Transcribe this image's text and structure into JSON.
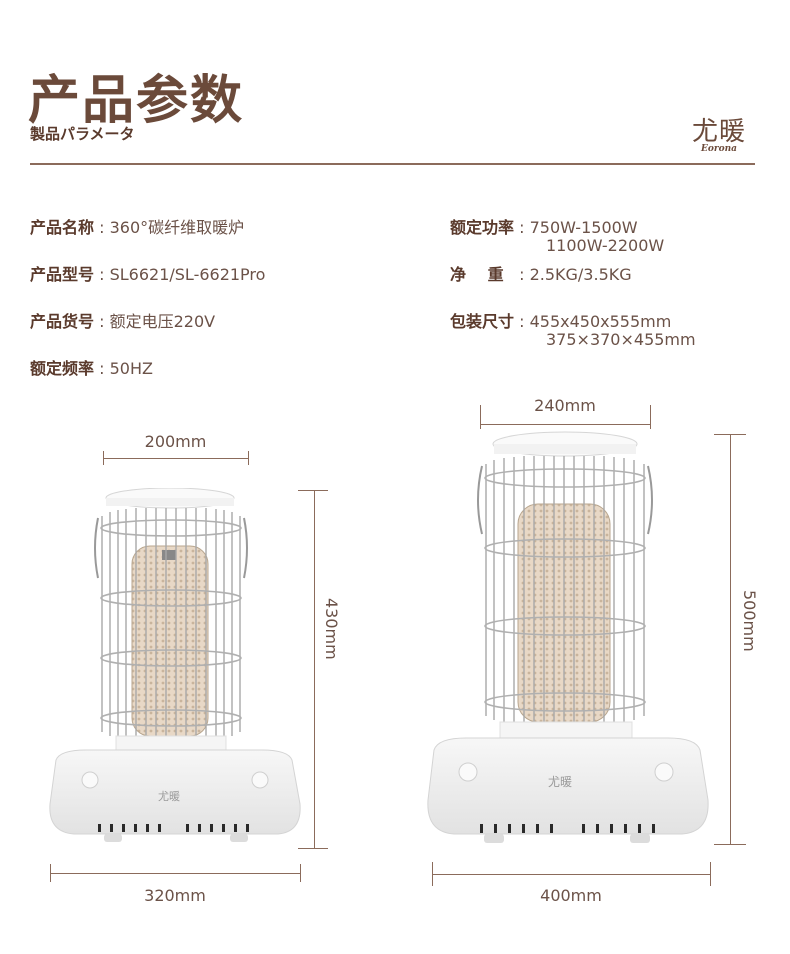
{
  "header": {
    "title": "产品参数",
    "subtitle": "製品パラメータ",
    "brand_cn": "尤暖",
    "brand_en": "Eorona"
  },
  "specs_left": [
    {
      "label": "产品名称",
      "sep": ":",
      "value": "360°碳纤维取暖炉"
    },
    {
      "label": "产品型号",
      "sep": ":",
      "value": "SL6621/SL-6621Pro"
    },
    {
      "label": "产品货号",
      "sep": ":",
      "value": "额定电压220V"
    },
    {
      "label": "额定频率",
      "sep": ":",
      "value": "50HZ"
    }
  ],
  "specs_right": [
    {
      "label": "额定功率",
      "sep": ":",
      "value": "750W-1500W",
      "value2": "1100W-2200W"
    },
    {
      "label": "净　 重",
      "sep": ":",
      "value": "2.5KG/3.5KG"
    },
    {
      "label": "包装尺寸",
      "sep": ":",
      "value": "455x450x555mm",
      "value2": "375×370×455mm"
    }
  ],
  "small_heater": {
    "width_top": "200mm",
    "height": "430mm",
    "width_base": "320mm",
    "logo": "尤暖"
  },
  "large_heater": {
    "width_top": "240mm",
    "height": "500mm",
    "width_base": "400mm",
    "logo": "尤暖"
  },
  "colors": {
    "brand_brown": "#6b4a3a",
    "rule": "#8b6b5b",
    "body_white": "#ffffff"
  }
}
